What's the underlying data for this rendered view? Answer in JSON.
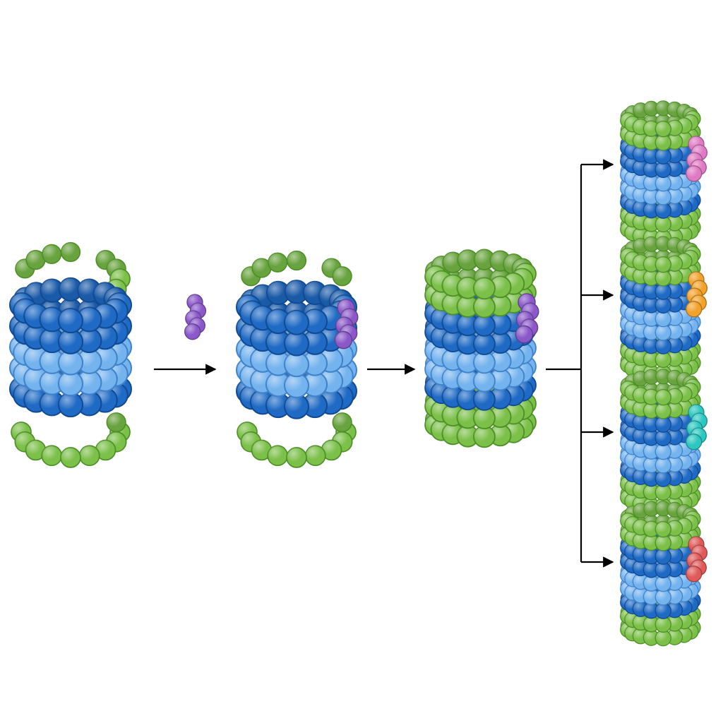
{
  "colors": {
    "background": "#ffffff",
    "ring_green": "#7cc04a",
    "ring_green_dark": "#4d8f27",
    "ring_blue_dark": "#1f6ac4",
    "ring_blue_dark_edge": "#114a92",
    "ring_blue_light": "#74b3ee",
    "ring_blue_light_edge": "#3f82c9",
    "arrow": "#000000"
  },
  "stages": [
    {
      "id": "disassembled-complex",
      "subunit_color": null
    },
    {
      "id": "free-subunit",
      "subunit_color": "#8a58c9"
    },
    {
      "id": "partially-assembled-complex",
      "subunit_color": "#8a58c9"
    },
    {
      "id": "assembled-complex",
      "subunit_color": "#8a58c9"
    }
  ],
  "variants": [
    {
      "id": "variant-pink",
      "subunit_color": "#e07ac4"
    },
    {
      "id": "variant-orange",
      "subunit_color": "#f2a12a"
    },
    {
      "id": "variant-teal",
      "subunit_color": "#2cc7c0"
    },
    {
      "id": "variant-red",
      "subunit_color": "#e05a5a"
    }
  ]
}
